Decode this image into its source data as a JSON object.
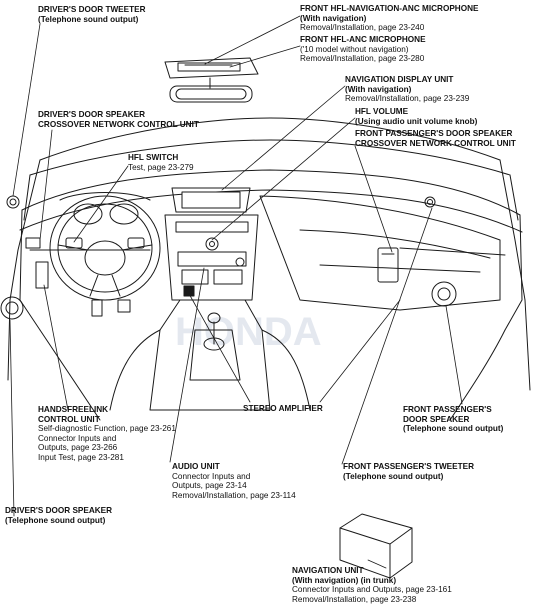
{
  "watermark": "HONDA",
  "callouts": {
    "tweeter_driver": {
      "title": "DRIVER'S DOOR TWEETER",
      "sub": "(Telephone sound output)"
    },
    "mic_hfl_nav": {
      "title": "FRONT HFL-NAVIGATION-ANC MICROPHONE",
      "sub": "(With navigation)",
      "note": "Removal/Installation, page 23-240"
    },
    "mic_hfl_anc": {
      "title": "FRONT HFL-ANC MICROPHONE",
      "sub": "('10 model without navigation)",
      "note": "Removal/Installation, page 23-280"
    },
    "nav_display": {
      "title": "NAVIGATION DISPLAY UNIT",
      "sub": "(With navigation)",
      "note": "Removal/Installation, page 23-239"
    },
    "speaker_crossover_driver": {
      "title": "DRIVER'S DOOR SPEAKER",
      "title2": "CROSSOVER NETWORK CONTROL UNIT"
    },
    "hfl_volume": {
      "title": "HFL VOLUME",
      "sub": "(Using audio unit volume knob)"
    },
    "speaker_crossover_pass": {
      "title": "FRONT PASSENGER'S DOOR SPEAKER",
      "title2": "CROSSOVER NETWORK CONTROL UNIT"
    },
    "hfl_switch": {
      "title": "HFL SWITCH",
      "note": "Test, page 23-279"
    },
    "handsfreelink": {
      "title": "HANDSFREELINK",
      "title2": "CONTROL UNIT",
      "lines": [
        "Self-diagnostic Function, page 23-261",
        "Connector Inputs and",
        "Outputs, page 23-266",
        "Input Test, page 23-281"
      ]
    },
    "stereo_amp": {
      "title": "STEREO AMPLIFIER"
    },
    "pass_speaker": {
      "title": "FRONT PASSENGER'S",
      "title2": "DOOR SPEAKER",
      "sub": "(Telephone sound output)"
    },
    "audio_unit": {
      "title": "AUDIO UNIT",
      "lines": [
        "Connector Inputs and",
        "Outputs, page 23-14",
        "Removal/Installation, page 23-114"
      ]
    },
    "pass_tweeter": {
      "title": "FRONT PASSENGER'S TWEETER",
      "sub": "(Telephone sound output)"
    },
    "driver_speaker": {
      "title": "DRIVER'S DOOR SPEAKER",
      "sub": "(Telephone sound output)"
    },
    "nav_unit": {
      "title": "NAVIGATION UNIT",
      "sub": "(With navigation) (in trunk)",
      "lines": [
        "Connector Inputs and Outputs, page 23-161",
        "Removal/Installation, page 23-238"
      ]
    }
  }
}
